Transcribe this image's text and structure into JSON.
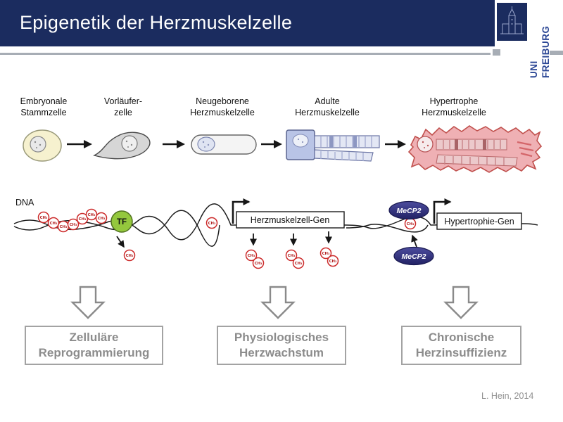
{
  "header": {
    "title": "Epigenetik der Herzmuskelzelle",
    "logo": {
      "uni": "UNI",
      "freiburg": "FREIBURG"
    }
  },
  "stages": {
    "labels": [
      "Embryonale\nStammzelle",
      "Vorläufer-\nzelle",
      "Neugeborene\nHerzmuskelzelle",
      "Adulte\nHerzmuskelzelle",
      "Hypertrophe\nHerzmuskelzelle"
    ]
  },
  "dna": {
    "dna_label": "DNA",
    "tf_label": "TF",
    "ch3_label": "CH₃",
    "gene1_label": "Herzmuskelzell-Gen",
    "gene2_label": "Hypertrophie-Gen",
    "mecp2_label": "MeCP2"
  },
  "outcomes": [
    {
      "label": "Zelluläre\nReprogrammierung"
    },
    {
      "label": "Physiologisches\nHerzwachstum"
    },
    {
      "label": "Chronische\nHerzinsuffizienz"
    }
  ],
  "citation": "L. Hein, 2014",
  "colors": {
    "header_blue": "#1b2c5f",
    "logo_blue": "#2c4795",
    "accent_gray": "#a7adb5",
    "tf_green": "#94c83d",
    "ch3_red": "#cc2a2a",
    "mecp2_blue": "#32327c",
    "outcome_text_gray": "#8c8c8c",
    "adult_cell_blue": "#b9c4e6",
    "hypertrophic_pink": "#efb0b4"
  }
}
